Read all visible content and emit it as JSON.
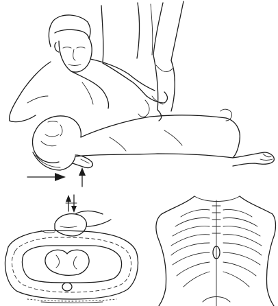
{
  "figure": {
    "panels": [
      {
        "id": "rescuer-and-patient",
        "icon": "cpr-head-tilt-chin-lift-illustration"
      },
      {
        "id": "chest-cross-section",
        "icon": "chest-compression-cross-section-illustration"
      },
      {
        "id": "back-ribcage",
        "icon": "thorax-ribs-back-view-illustration"
      }
    ],
    "ink_color": "#1c1c1c",
    "background": "#ffffff"
  }
}
